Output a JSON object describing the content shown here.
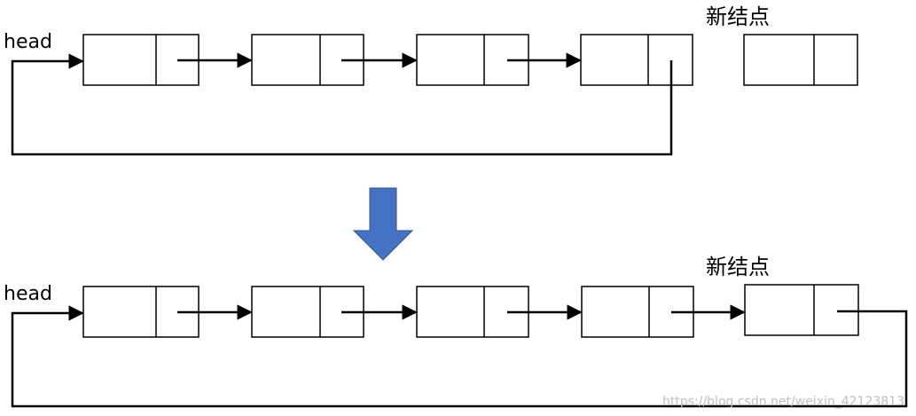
{
  "labels": {
    "head_top": "head",
    "head_bottom": "head",
    "new_node_top": "新结点",
    "new_node_bottom": "新结点"
  },
  "watermark": "https://blog.csdn.net/weixin_42123813",
  "colors": {
    "line": "#000000",
    "node_fill": "#ffffff",
    "transition_arrow": "#4472c4",
    "watermark": "#bfbfbf"
  },
  "icons": {
    "transition": "down-arrow-icon"
  },
  "diagram": {
    "before": {
      "node_count": 4,
      "new_node_linked": false
    },
    "after": {
      "node_count": 5,
      "new_node_linked": true
    }
  }
}
